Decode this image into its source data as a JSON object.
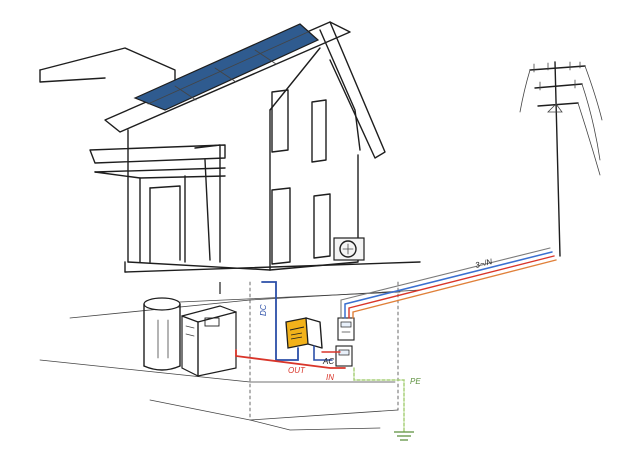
{
  "diagram": {
    "labels": {
      "dc": "DC",
      "ac": "AC",
      "out": "OUT",
      "in": "IN",
      "pe": "PE",
      "grid": "3~/N"
    },
    "colors": {
      "solar_panel": "#2f5b8f",
      "solar_panel_grid": "#cfe0f2",
      "dc_line": "#2b4fa8",
      "ac_line_red": "#d9352a",
      "ac_line_blue": "#3a6fd0",
      "grid_orange": "#e0803a",
      "pe_line": "#a8d07a",
      "inverter": "#f2b21b"
    }
  }
}
